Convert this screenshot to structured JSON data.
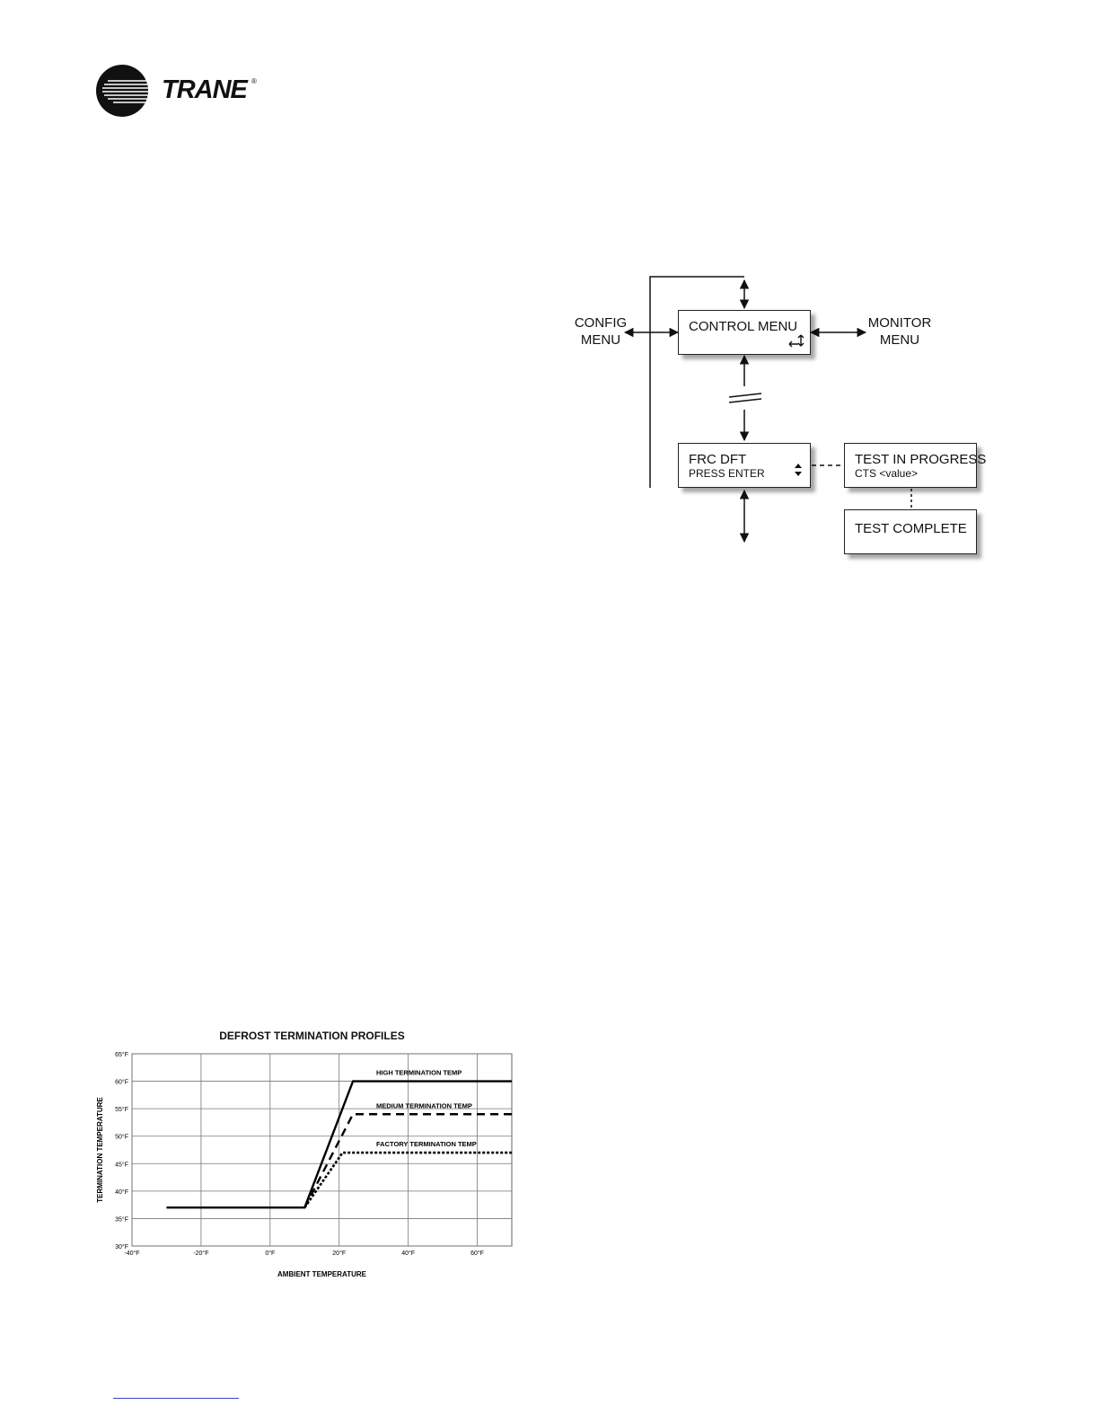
{
  "logo": {
    "brand": "TRANE",
    "reg_mark": "®"
  },
  "flowchart": {
    "control_menu": "CONTROL MENU",
    "config_menu": [
      "CONFIG",
      "MENU"
    ],
    "monitor_menu": [
      "MONITOR",
      "MENU"
    ],
    "frc_dft": {
      "line1": "FRC DFT",
      "line2": "PRESS ENTER"
    },
    "test_in_progress": {
      "line1": "TEST IN PROGRESS",
      "line2": "CTS <value>"
    },
    "test_complete": "TEST COMPLETE"
  },
  "chart_data": {
    "type": "line",
    "title": "DEFROST TERMINATION PROFILES",
    "xlabel": "AMBIENT TEMPERATURE",
    "ylabel": "TERMINATION TEMPERATURE",
    "xlim": [
      -40,
      70
    ],
    "ylim": [
      30,
      65
    ],
    "xticks": [
      -40,
      -20,
      0,
      20,
      40,
      60
    ],
    "xtick_labels": [
      "-40°F",
      "-20°F",
      "0°F",
      "20°F",
      "40°F",
      "60°F"
    ],
    "yticks": [
      30,
      35,
      40,
      45,
      50,
      55,
      60,
      65
    ],
    "ytick_labels": [
      "30°F",
      "35°F",
      "40°F",
      "45°F",
      "50°F",
      "55°F",
      "60°F",
      "65°F"
    ],
    "grid": true,
    "series": [
      {
        "name": "HIGH TERMINATION TEMP",
        "style": "solid",
        "color": "#000000",
        "x": [
          -30,
          10,
          24,
          70
        ],
        "y": [
          37,
          37,
          60,
          60
        ]
      },
      {
        "name": "MEDIUM TERMINATION TEMP",
        "style": "dashed",
        "color": "#000000",
        "x": [
          10,
          24,
          70
        ],
        "y": [
          37,
          54,
          54
        ]
      },
      {
        "name": "FACTORY TERMINATION TEMP",
        "style": "dotted",
        "color": "#000000",
        "x": [
          10,
          21,
          70
        ],
        "y": [
          37,
          47,
          47
        ]
      }
    ]
  }
}
